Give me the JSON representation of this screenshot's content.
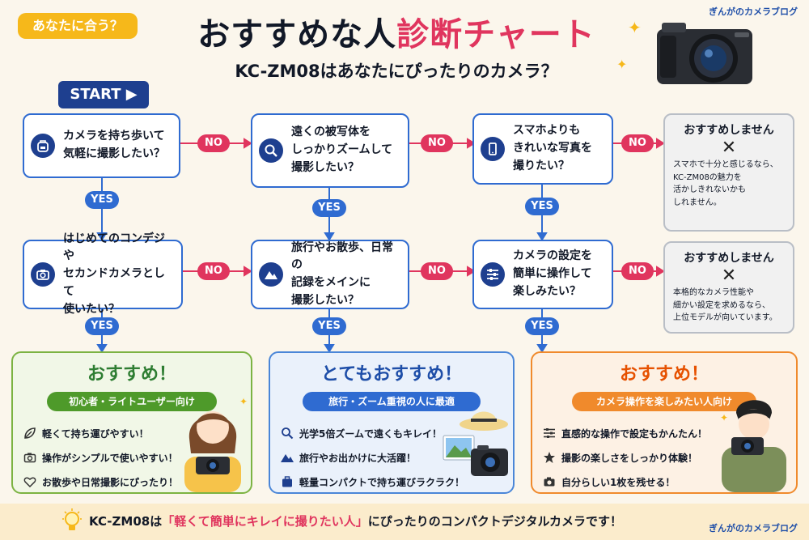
{
  "header": {
    "badge": "あなたに合う？",
    "title_main": "おすすめな人",
    "title_accent": "診断チャート",
    "subtitle": "KC-ZM08はあなたにぴったりのカメラ？",
    "brand_top": "ぎんがのカメラブログ"
  },
  "start_label": "START",
  "connectors": {
    "no": "NO",
    "yes": "YES"
  },
  "questions": [
    {
      "id": "q1",
      "icon": "backpack-icon",
      "text": "カメラを持ち歩いて\n気軽に撮影したい？"
    },
    {
      "id": "q2",
      "icon": "search-icon",
      "text": "遠くの被写体を\nしっかりズームして\n撮影したい？"
    },
    {
      "id": "q3",
      "icon": "smartphone-icon",
      "text": "スマホよりも\nきれいな写真を\n撮りたい？"
    },
    {
      "id": "q4",
      "icon": "camera-icon",
      "text": "はじめてのコンデジや\nセカンドカメラとして\n使いたい？"
    },
    {
      "id": "q5",
      "icon": "mountain-icon",
      "text": "旅行やお散歩、日常の\n記録をメインに\n撮影したい？"
    },
    {
      "id": "q6",
      "icon": "sliders-icon",
      "text": "カメラの設定を\n簡単に操作して\n楽しみたい？"
    }
  ],
  "not_recommended": [
    {
      "heading": "おすすめしません",
      "mark": "✕",
      "text": "スマホで十分と感じるなら、\nKC-ZM08の魅力を\n活かしきれないかも\nしれません。"
    },
    {
      "heading": "おすすめしません",
      "mark": "✕",
      "text": "本格的なカメラ性能や\n細かい設定を求めるなら、\n上位モデルが向いています。"
    }
  ],
  "results": [
    {
      "title": "おすすめ！",
      "tag": "初心者・ライトユーザー向け",
      "items": [
        {
          "icon": "leaf-icon",
          "text": "軽くて持ち運びやすい！"
        },
        {
          "icon": "camera-icon",
          "text": "操作がシンプルで使いやすい！"
        },
        {
          "icon": "heart-icon",
          "text": "お散歩や日常撮影にぴったり！"
        }
      ]
    },
    {
      "title": "とてもおすすめ！",
      "tag": "旅行・ズーム重視の人に最適",
      "items": [
        {
          "icon": "search-icon",
          "text": "光学5倍ズームで遠くもキレイ！"
        },
        {
          "icon": "mountain-icon",
          "text": "旅行やお出かけに大活躍！"
        },
        {
          "icon": "suitcase-icon",
          "text": "軽量コンパクトで持ち運びラクラク！"
        }
      ]
    },
    {
      "title": "おすすめ！",
      "tag": "カメラ操作を楽しみたい人向け",
      "items": [
        {
          "icon": "sliders-icon",
          "text": "直感的な操作で設定もかんたん！"
        },
        {
          "icon": "star-icon",
          "text": "撮影の楽しさをしっかり体験！"
        },
        {
          "icon": "camera-icon",
          "text": "自分らしい1枚を残せる！"
        }
      ]
    }
  ],
  "footer": {
    "prefix": "KC-ZM08は",
    "highlight": "「軽くて簡単にキレイに撮りたい人」",
    "suffix": "にぴったりのコンパクトデジタルカメラです！",
    "brand_bottom": "ぎんがのカメラブログ"
  },
  "colors": {
    "primary": "#1e3f8f",
    "accent": "#e0355e",
    "yes": "#2f6bd1",
    "result_green": "#7cb342",
    "result_blue": "#4a86d8",
    "result_orange": "#f08a2c"
  }
}
